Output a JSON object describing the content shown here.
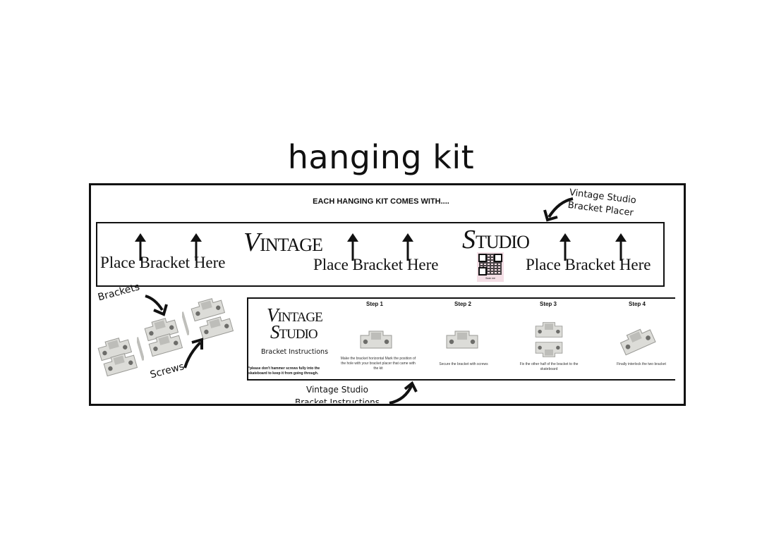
{
  "title": "hanging kit",
  "kit_heading": "EACH HANGING KIT COMES WITH....",
  "placer_label": {
    "line1": "Vintage Studio",
    "line2": "Bracket Placer"
  },
  "bracket_spot_label": "Place Bracket Here",
  "brand": {
    "v_cap": "V",
    "v_rest": "INTAGE",
    "s_cap": "S",
    "s_rest": "TUDIO"
  },
  "qr_caption": "Scan me",
  "brackets_label": "Brackets",
  "screws_label": "Screws",
  "instructions": {
    "subtitle": "Bracket Instructions",
    "note": "*please don't hammer screws fully into the skateboard to keep it from going through.",
    "steps": [
      {
        "title": "Step 1",
        "text": "Make the bracket horizontal Mark the position of the hole with your bracket placer that came with the kit"
      },
      {
        "title": "Step 2",
        "text": "Secure the bracket with screws"
      },
      {
        "title": "Step 3",
        "text": "Fix the other half of the bracket to the skateboard"
      },
      {
        "title": "Step 4",
        "text": "Finally interlock the two bracket"
      }
    ]
  },
  "instr_label": {
    "line1": "Vintage Studio",
    "line2": "Bracket Instructions"
  },
  "colors": {
    "ink": "#111111",
    "bracket": "#d9d9d6",
    "qr_bg": "#f4dfe6"
  },
  "icons": [
    "up-arrow-icon",
    "curved-arrow-icon",
    "qr-code-icon",
    "bracket-icon",
    "screw-icon"
  ]
}
